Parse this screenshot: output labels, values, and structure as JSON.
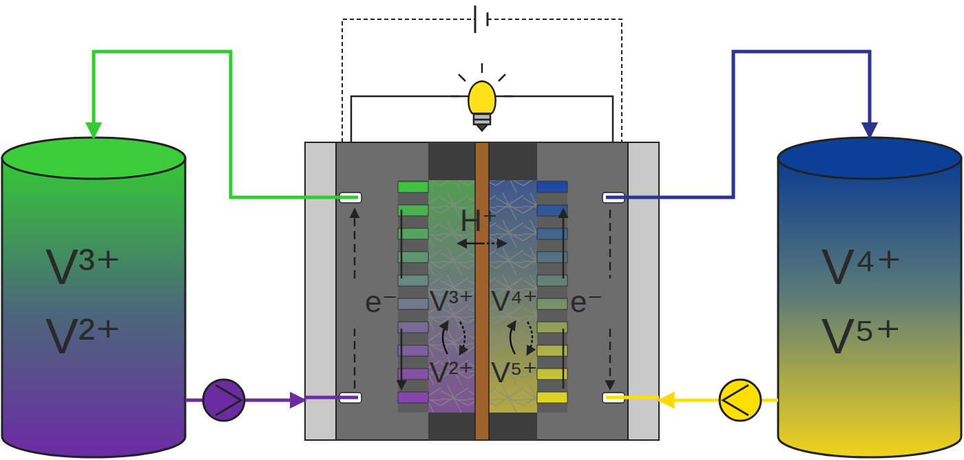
{
  "diagram": {
    "nodes": [
      {
        "text": [
          "V³⁺ V²⁺"
        ]
      },
      {
        "text": [
          "e⁻",
          "V³⁺",
          "V²⁺"
        ]
      },
      {
        "text": [
          "V⁴⁺",
          "V⁵⁺",
          "e⁻"
        ]
      },
      {
        "text": [
          "V⁴⁺ V⁵⁺"
        ]
      }
    ],
    "edges": [
      {
        "from": 1,
        "to": 0,
        "arrow": "to"
      },
      {
        "from": 0,
        "to": 1,
        "arrow": "to"
      },
      {
        "from": 2,
        "to": 3,
        "arrow": "to"
      },
      {
        "from": 3,
        "to": 2,
        "arrow": "to"
      }
    ],
    "labels": [
      "H⁺"
    ]
  }
}
